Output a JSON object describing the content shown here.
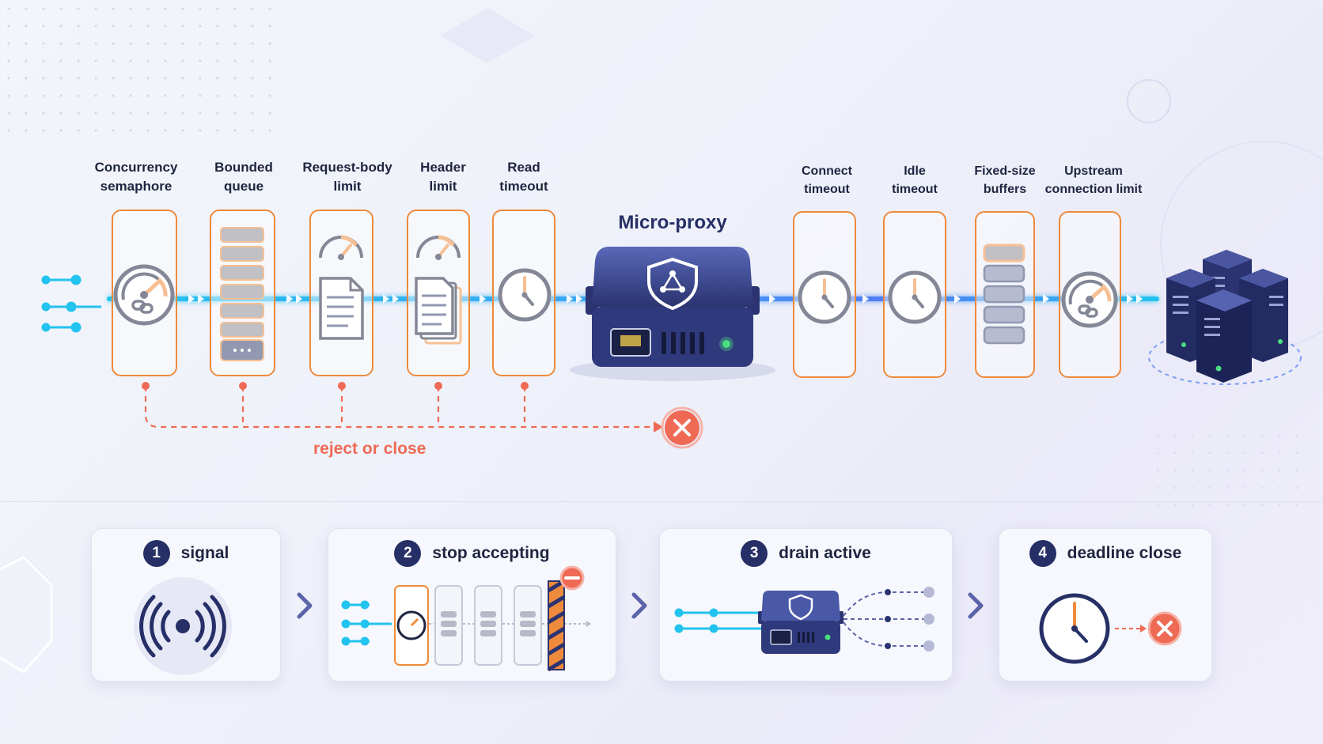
{
  "diagram": {
    "stages_before_proxy": [
      {
        "line1": "Concurrency",
        "line2": "semaphore",
        "icon": "gauge-link-icon"
      },
      {
        "line1": "Bounded",
        "line2": "queue",
        "icon": "queue-stack-icon"
      },
      {
        "line1": "Request-body",
        "line2": "limit",
        "icon": "gauge-document-icon"
      },
      {
        "line1": "Header",
        "line2": "limit",
        "icon": "gauge-documents-icon"
      },
      {
        "line1": "Read",
        "line2": "timeout",
        "icon": "clock-icon"
      }
    ],
    "proxy": {
      "title": "Micro-proxy",
      "icon": "shield-network-icon"
    },
    "stages_after_proxy": [
      {
        "line1": "Connect",
        "line2": "timeout",
        "icon": "clock-icon"
      },
      {
        "line1": "Idle",
        "line2": "timeout",
        "icon": "clock-icon"
      },
      {
        "line1": "Fixed-size",
        "line2": "buffers",
        "icon": "buffer-stack-icon"
      },
      {
        "line1": "Upstream",
        "line2": "connection limit",
        "icon": "gauge-link-icon"
      }
    ],
    "upstream_icon": "server-cluster-icon",
    "reject_label": "reject or close",
    "reject_icon": "x-circle-icon"
  },
  "shutdown_steps": [
    {
      "number": "1",
      "label": "signal",
      "icon": "broadcast-signal-icon"
    },
    {
      "number": "2",
      "label": "stop accepting",
      "icon": "barrier-icon"
    },
    {
      "number": "3",
      "label": "drain active",
      "icon": "proxy-box-icon"
    },
    {
      "number": "4",
      "label": "deadline close",
      "icon": "clock-icon"
    }
  ],
  "colors": {
    "navy": "#262f66",
    "accent_orange": "#ee8a3c",
    "flow_cyan": "#22c3ee",
    "flow_blue": "#3b82f6",
    "flow_violet": "#7c6cf0",
    "reject_red": "#ef6a55",
    "led_green": "#4ade80"
  }
}
